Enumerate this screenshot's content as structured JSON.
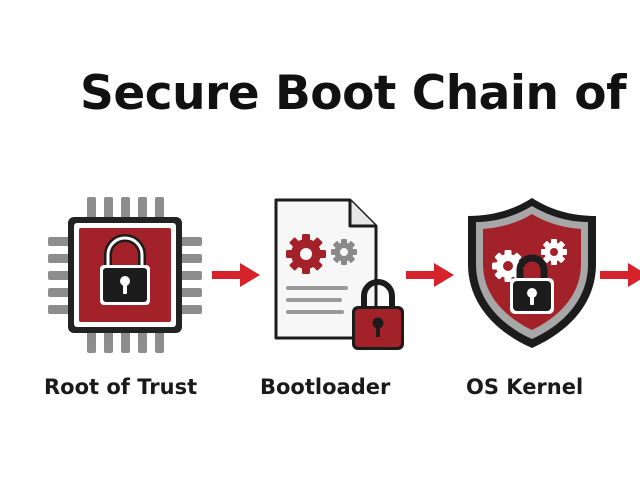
{
  "title": "Secure Boot Chain of",
  "steps": [
    {
      "label": "Root of Trust",
      "icon": "chip-lock-icon"
    },
    {
      "label": "Bootloader",
      "icon": "document-gear-lock-icon"
    },
    {
      "label": "OS Kernel",
      "icon": "shield-gear-lock-icon"
    }
  ],
  "colors": {
    "accent": "#a3222a",
    "arrow": "#d6232b",
    "dark": "#1c1c1c",
    "gray": "#8a8a8a"
  }
}
